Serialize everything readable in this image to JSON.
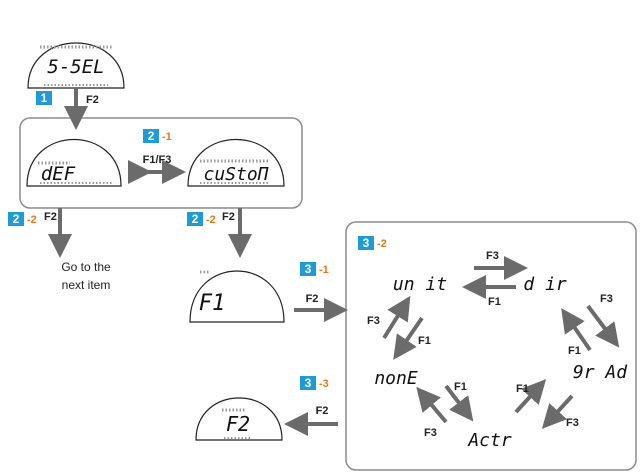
{
  "displays": {
    "s_sel": "5-5EL",
    "def": "dEF",
    "custom": "cuStoП",
    "f1": "F1",
    "f2": "F2"
  },
  "cycle": {
    "unit": "un it",
    "dir": "d ir",
    "grad": "9r Ad",
    "actr": "Actr",
    "none": "nonE"
  },
  "keys": {
    "f2": "F2",
    "f1_f3": "F1/F3",
    "f1": "F1",
    "f3": "F3"
  },
  "badges": {
    "b1": {
      "num": "1",
      "sub": ""
    },
    "b2_1": {
      "num": "2",
      "sub": "-1"
    },
    "b2_2a": {
      "num": "2",
      "sub": "-2"
    },
    "b2_2b": {
      "num": "2",
      "sub": "-2"
    },
    "b3_1": {
      "num": "3",
      "sub": "-1"
    },
    "b3_2": {
      "num": "3",
      "sub": "-2"
    },
    "b3_3": {
      "num": "3",
      "sub": "-3"
    }
  },
  "next_item": {
    "line1": "Go to the",
    "line2": "next item"
  },
  "colors": {
    "badge": "#1e9bd7",
    "badge_sub": "#e07b1a",
    "arrow": "#6b6b6b",
    "frame": "#8c8c8c"
  }
}
